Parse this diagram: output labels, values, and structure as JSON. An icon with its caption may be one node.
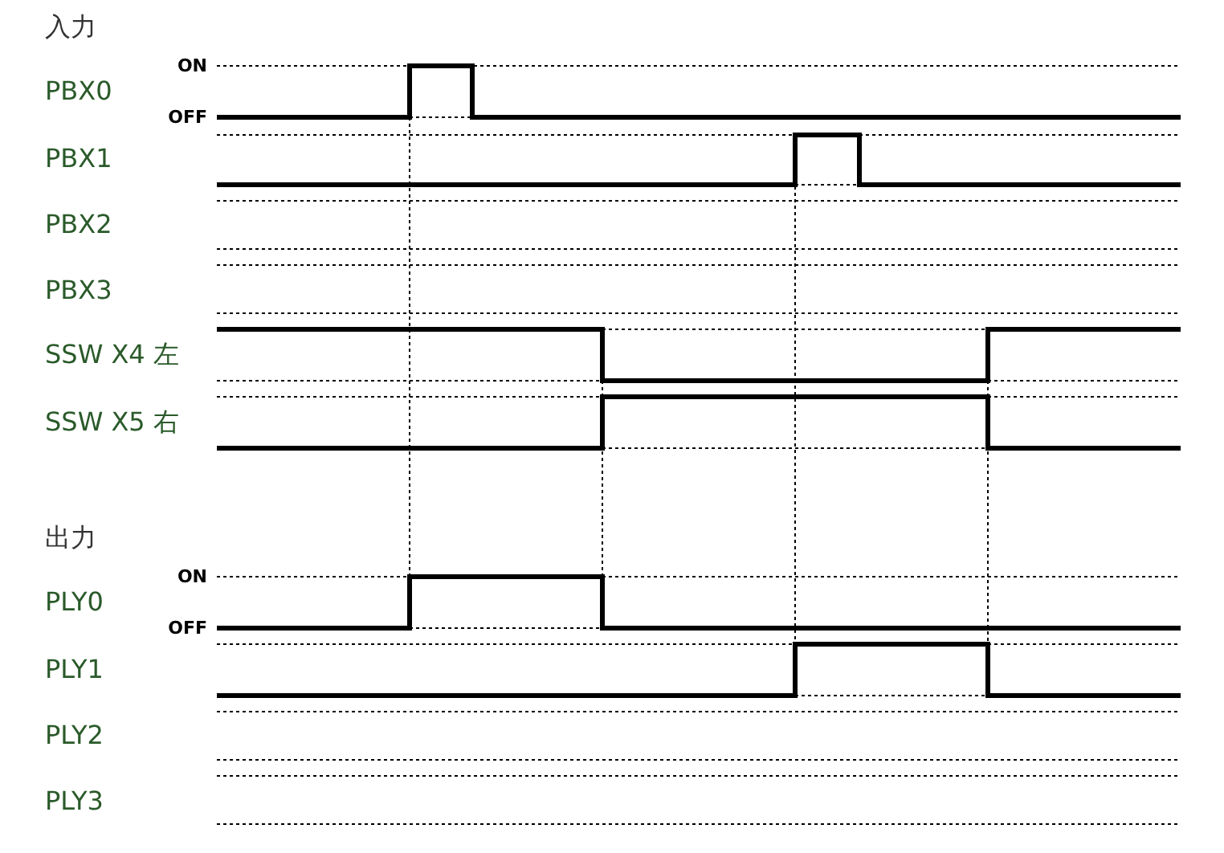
{
  "diagram": {
    "labels": [
      "入力",
      "ON",
      "PBX0",
      "OFF",
      "PBX1",
      "PBX2",
      "PBX3",
      "SSW X4 左",
      "SSW X5 右",
      "出力",
      "ON",
      "PLY0",
      "OFF",
      "PLY1",
      "PLY2",
      "PLY3"
    ]
  }
}
